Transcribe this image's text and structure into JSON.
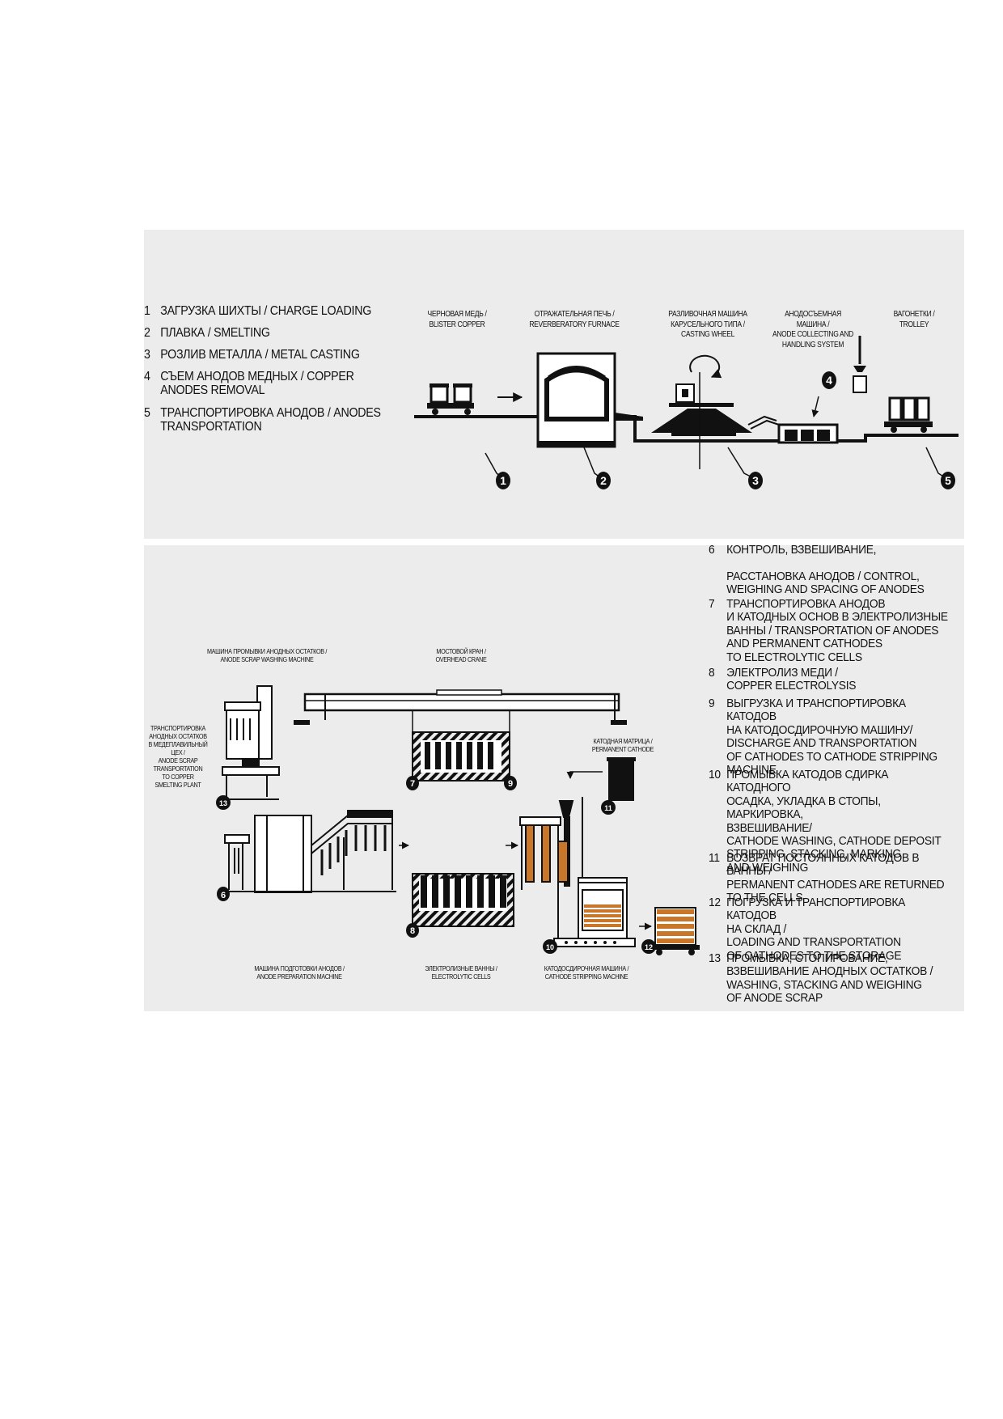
{
  "legend_top": [
    {
      "num": "1",
      "text": "ЗАГРУЗКА ШИХТЫ / CHARGE LOADING"
    },
    {
      "num": "2",
      "text": "ПЛАВКА / SMELTING"
    },
    {
      "num": "3",
      "text": "РОЗЛИВ МЕТАЛЛА / METAL CASTING"
    },
    {
      "num": "4",
      "text": "СЪЕМ АНОДОВ МЕДНЫХ / COPPER\nANODES REMOVAL"
    },
    {
      "num": "5",
      "text": "ТРАНСПОРТИРОВКА АНОДОВ / ANODES\nTRANSPORTATION"
    }
  ],
  "top_captions": {
    "blister": "ЧЕРНОВАЯ МЕДЬ /\nBLISTER COPPER",
    "furnace": "ОТРАЖАТЕЛЬНАЯ ПЕЧЬ /\nREVERBERATORY FURNACE",
    "casting": "РАЗЛИВОЧНАЯ МАШИНА\nКАРУСЕЛЬНОГО ТИПА /\nCASTING WHEEL",
    "anode_collect": "АНОДОСЪЕМНАЯ\nМАШИНА /\nANODE COLLECTING AND\nHANDLING SYSTEM",
    "trolley": "ВАГОНЕТКИ /\nTROLLEY"
  },
  "legend_bottom": [
    {
      "num": "6",
      "text": "КОНТРОЛЬ, ВЗВЕШИВАНИЕ,\n\nРАССТАНОВКА АНОДОВ / CONTROL,\n WEIGHING AND SPACING OF ANODES"
    },
    {
      "num": "7",
      "text": "ТРАНСПОРТИРОВКА АНОДОВ\nИ КАТОДНЫХ ОСНОВ В ЭЛЕКТРОЛИЗНЫЕ\nВАННЫ / TRANSPORTATION OF ANODES\nAND PERMANENT CATHODES\n TO  ELECTROLYTIC CELLS"
    },
    {
      "num": "8",
      "text": "ЭЛЕКТРОЛИЗ МЕДИ /\nCOPPER ELECTROLYSIS"
    },
    {
      "num": "9",
      "text": "ВЫГРУЗКА И ТРАНСПОРТИРОВКА КАТОДОВ\nНА КАТОДОСДИРОЧНУЮ МАШИНУ/\nDISCHARGE AND TRANSPORTATION\nOF CATHODES TO CATHODE STRIPPING\nMACHINE"
    },
    {
      "num": "10",
      "text": "ПРОМЫВКА КАТОДОВ СДИРКА КАТОДНОГО\nОСАДКА, УКЛАДКА В СТОПЫ, МАРКИРОВКА,\nВЗВЕШИВАНИЕ/\nCATHODE WASHING, CATHODE DEPOSIT\nSTRIPPING, STACKING, MARKING\nAND WEIGHING"
    },
    {
      "num": "11",
      "text": "ВОЗВРАТ ПОСТОЯННЫХ КАТОДОВ В ВАННЫ /\nPERMANENT CATHODES ARE RETURNED\nTO THE CELLS"
    },
    {
      "num": "12",
      "text": "ПОГРУЗКА И ТРАНСПОРТИРОВКА КАТОДОВ\nНА СКЛАД /\nLOADING AND TRANSPORTATION\nOF CATHODES TO THE STORAGE"
    },
    {
      "num": "13",
      "text": "ПРОМЫВКА, СТОПИРОВАНИЕ,\nВЗВЕШИВАНИЕ АНОДНЫХ ОСТАТКОВ /\nWASHING, STACKING AND WEIGHING\nOF ANODE SCRAP"
    }
  ],
  "bottom_captions": {
    "scrap_washing": "МАШИНА ПРОМЫВКИ АНОДНЫХ ОСТАТКОВ /\nANODE SCRAP WASHING MACHINE",
    "crane": "МОСТОВОЙ КРАН /\nOVERHEAD CRANE",
    "permanent_cathode": "КАТОДНАЯ МАТРИЦА /\nPERMANENT CATHODE",
    "scrap_transport": "ТРАНСПОРТИРОВКА\nАНОДНЫХ ОСТАТКОВ\nВ МЕДЕПЛАВИЛЬНЫЙ\nЦЕХ /\nANODE SCRAP\nTRANSPORTATION\nTO COPPER\nSMELTING PLANT",
    "anode_prep": "МАШИНА ПОДГОТОВКИ АНОДОВ /\nANODE PREPARATION MACHINE",
    "cells": "ЭЛЕКТРОЛИЗНЫЕ ВАННЫ /\nELECTROLYTIC CELLS",
    "stripping": "КАТОДОСДИРОЧНАЯ МАШИНА /\nCATHODE STRIPPING MACHINE"
  },
  "badges": [
    "1",
    "2",
    "3",
    "4",
    "5",
    "6",
    "7",
    "8",
    "9",
    "10",
    "11",
    "12",
    "13"
  ],
  "colors": {
    "panel": "#ececec",
    "ink": "#111111",
    "copper": "#c8762a"
  }
}
